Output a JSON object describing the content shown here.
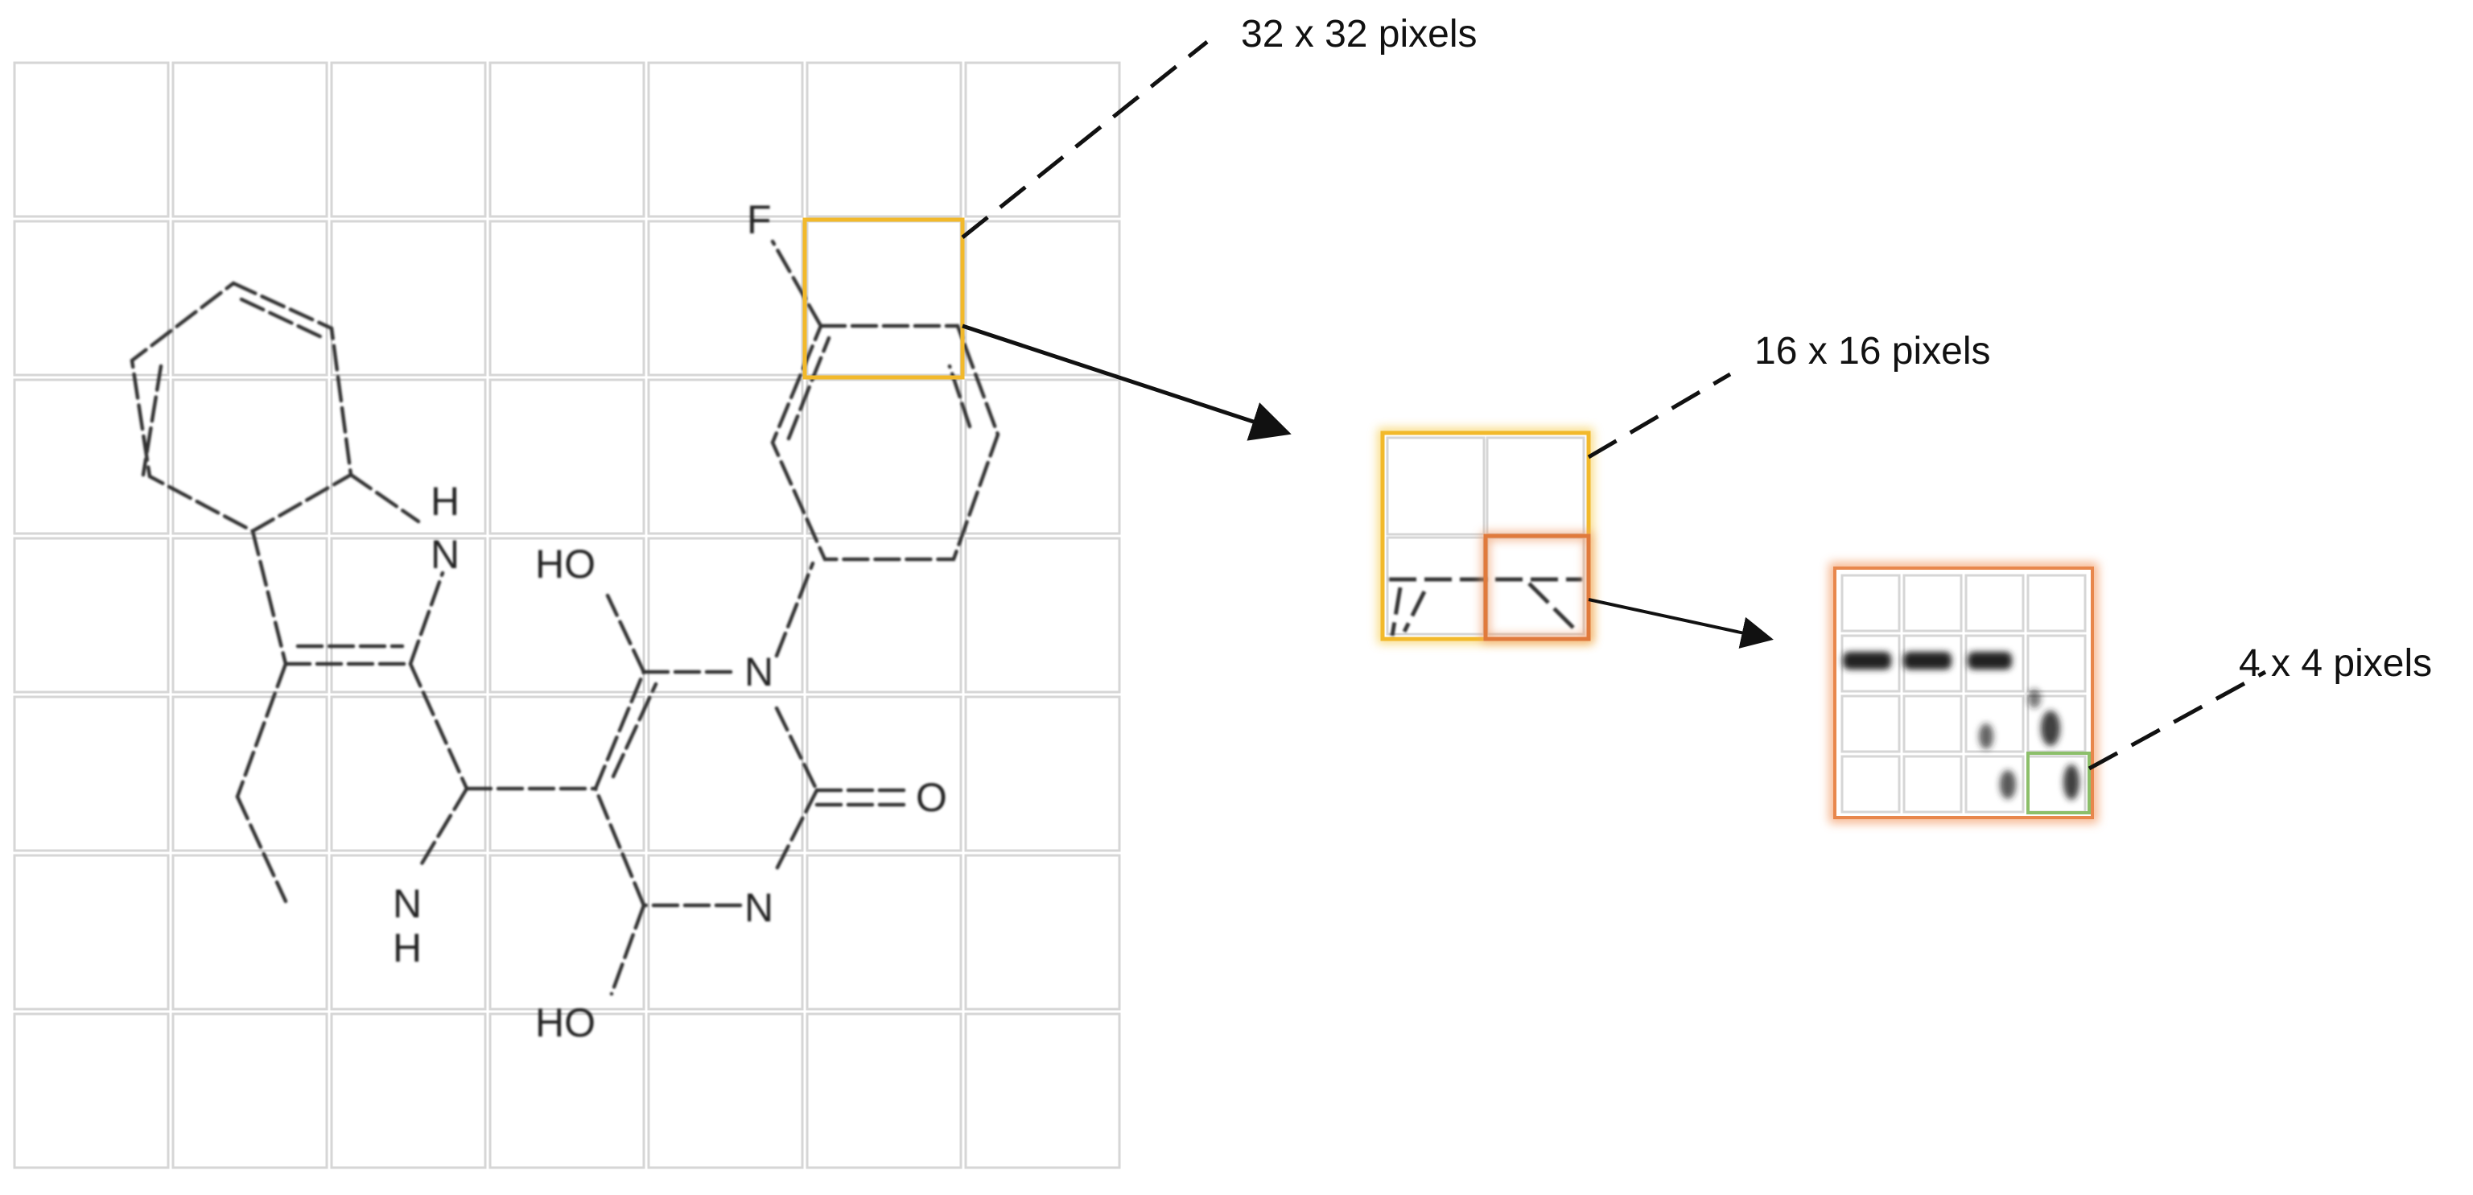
{
  "diagram": {
    "labels": {
      "level1": "32 x 32 pixels",
      "level2": "16 x 16 pixels",
      "level3": "4 x 4 pixels"
    },
    "atoms": {
      "fluorine": "F",
      "nh_indole_h": "H",
      "nh_indole_n": "N",
      "hydroxyl_top": "HO",
      "nitrogen_ring_top": "N",
      "oxygen_carbonyl": "O",
      "nitrogen_ring_bottom": "N",
      "nh_bridge_n": "N",
      "nh_bridge_h": "H",
      "hydroxyl_bottom": "HO"
    },
    "colors": {
      "grid_line": "#d6d6d6",
      "bond": "#333333",
      "highlight_32": "#f2b92b",
      "highlight_16": "#e07a3c",
      "highlight_4": "#8cbf6a",
      "leader_line": "#111111"
    }
  }
}
